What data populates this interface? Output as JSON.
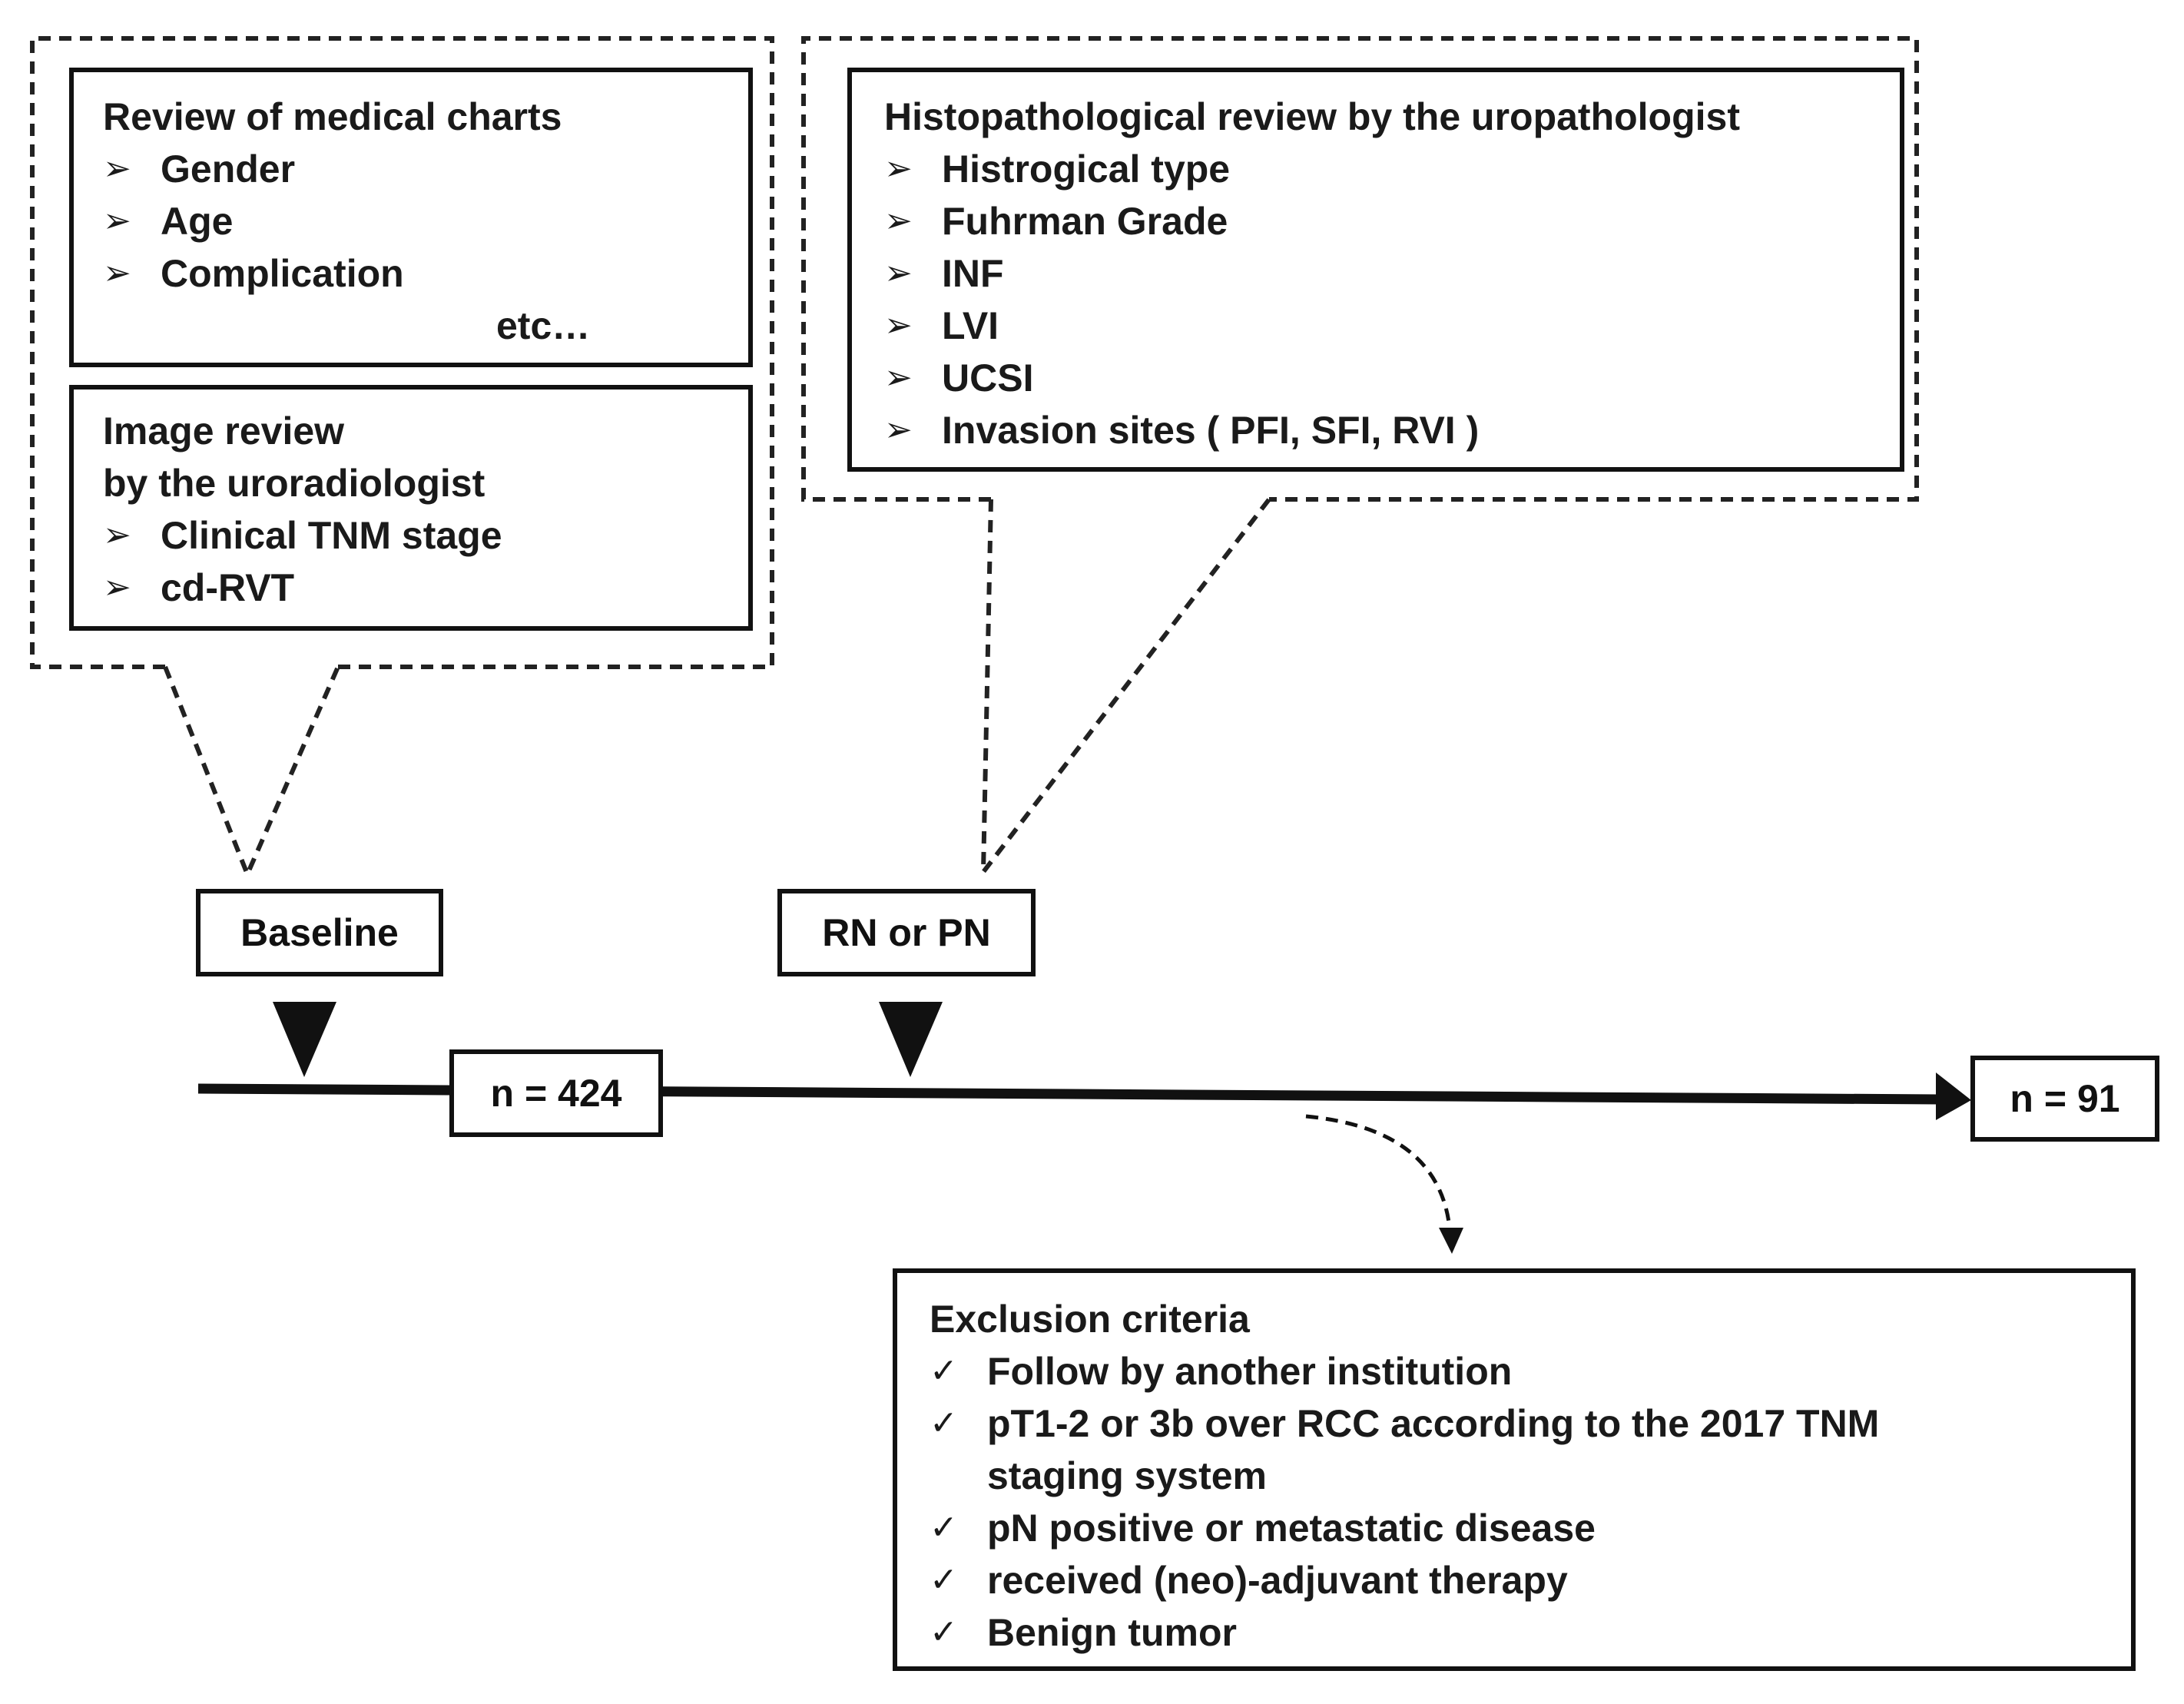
{
  "medical_charts": {
    "title": "Review of medical charts",
    "items": [
      "Gender",
      "Age",
      "Complication"
    ],
    "etc": "etc…"
  },
  "image_review": {
    "title_line1": "Image review",
    "title_line2": "by the uroradiologist",
    "items": [
      "Clinical TNM stage",
      "cd-RVT"
    ]
  },
  "histopathology": {
    "title": "Histopathological review by the uropathologist",
    "items": [
      "Histrogical type",
      "Fuhrman Grade",
      "INF",
      "LVI",
      "UCSI",
      "Invasion sites ( PFI, SFI, RVI )"
    ]
  },
  "timeline": {
    "baseline_label": "Baseline",
    "surgery_label": "RN or PN",
    "start_count": "n = 424",
    "end_count": "n = 91"
  },
  "exclusion": {
    "title": "Exclusion criteria",
    "items": [
      "Follow by another institution",
      "pT1-2 or 3b over RCC according to the 2017 TNM",
      "staging system",
      "pN positive or metastatic disease",
      "received (neo)-adjuvant therapy",
      "Benign tumor"
    ]
  },
  "markers": {
    "arrow_bullet": "➢",
    "check_bullet": "✓"
  }
}
